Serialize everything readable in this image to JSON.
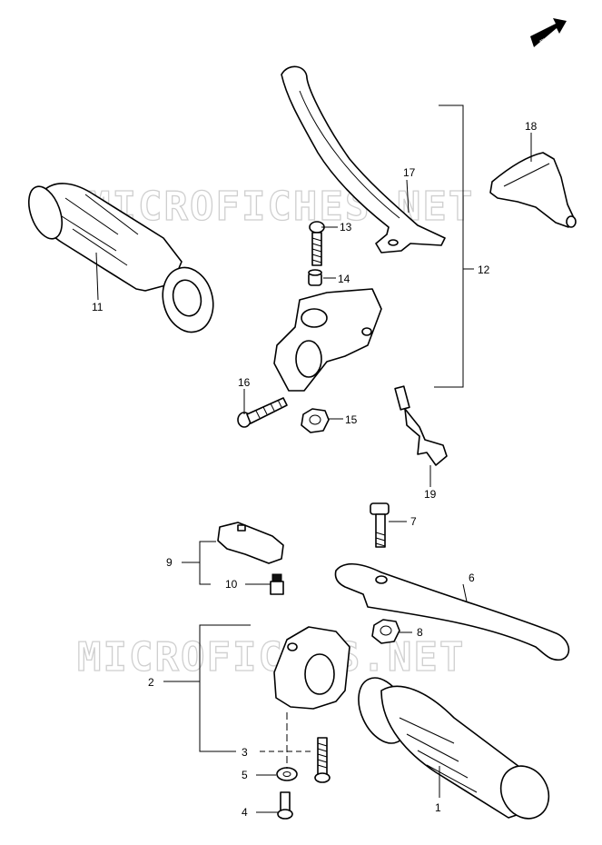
{
  "watermark": "MICROFICHES.NET",
  "fwd_label": "FWD",
  "callouts": {
    "c1": "1",
    "c2": "2",
    "c3": "3",
    "c4": "4",
    "c5": "5",
    "c6": "6",
    "c7": "7",
    "c8": "8",
    "c9": "9",
    "c10": "10",
    "c11": "11",
    "c12": "12",
    "c13": "13",
    "c14": "14",
    "c15": "15",
    "c16": "16",
    "c17": "17",
    "c18": "18",
    "c19": "19"
  },
  "icons": {
    "direction": "fwd-arrow-icon"
  }
}
